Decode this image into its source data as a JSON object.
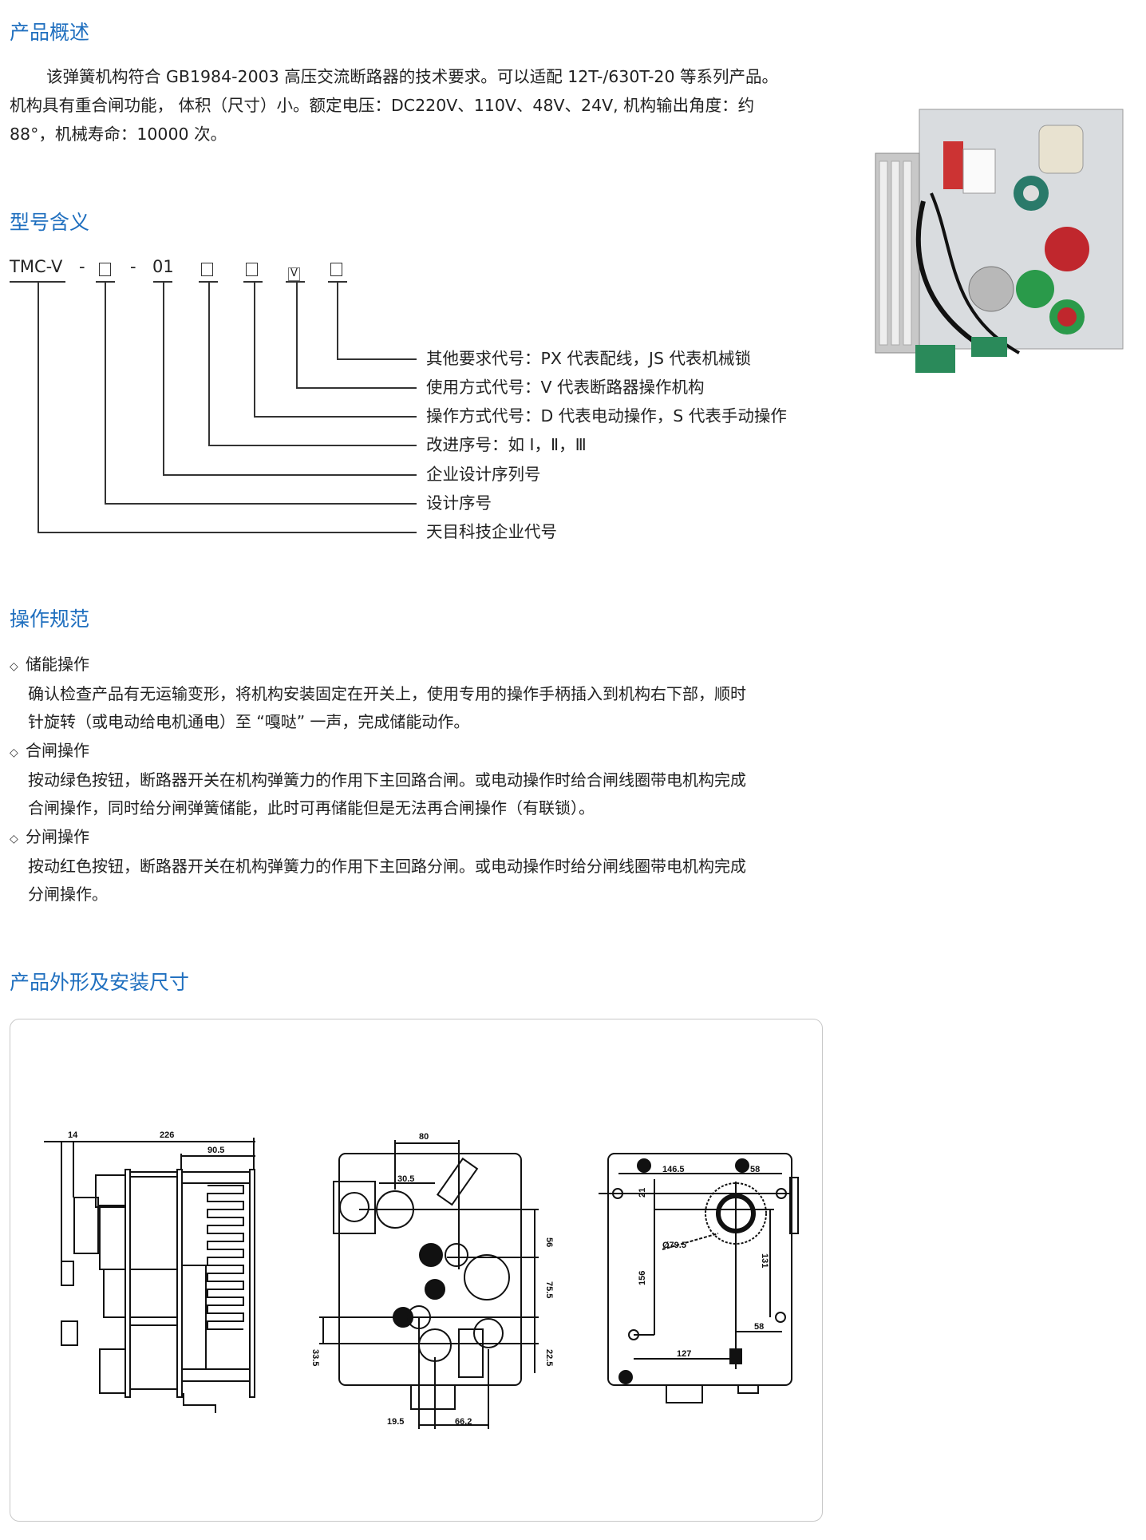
{
  "overview": {
    "title": "产品概述",
    "lines": [
      "该弹簧机构符合 GB1984-2003 高压交流断路器的技术要求。可以适配 12T-/630T-20 等系列产品。",
      "机构具有重合闸功能， 体积（尺寸）小。额定电压：DC220V、110V、48V、24V, 机构输出角度：约",
      "88°，机械寿命：10000 次。"
    ]
  },
  "model": {
    "title": "型号含义",
    "code": {
      "prefix": "TMC-V",
      "dash1": "-",
      "dash2": "-",
      "serial": "01",
      "box_v": "V"
    },
    "labels": [
      "其他要求代号：PX 代表配线，JS 代表机械锁",
      "使用方式代号：V 代表断路器操作机构",
      "操作方式代号：D 代表电动操作，S 代表手动操作",
      "改进序号：如 Ⅰ，Ⅱ，Ⅲ",
      "企业设计序列号",
      "设计序号",
      "天目科技企业代号"
    ]
  },
  "operation": {
    "title": "操作规范",
    "items": [
      {
        "title": "储能操作",
        "lines": [
          "确认检查产品有无运输变形，将机构安装固定在开关上，使用专用的操作手柄插入到机构右下部，顺时",
          "针旋转（或电动给电机通电）至 “嘎哒” 一声，完成储能动作。"
        ]
      },
      {
        "title": "合闸操作",
        "lines": [
          "按动绿色按钮，断路器开关在机构弹簧力的作用下主回路合闸。或电动操作时给合闸线圈带电机构完成",
          "合闸操作，同时给分闸弹簧储能，此时可再储能但是无法再合闸操作（有联锁）。"
        ]
      },
      {
        "title": "分闸操作",
        "lines": [
          "按动红色按钮，断路器开关在机构弹簧力的作用下主回路分闸。或电动操作时给分闸线圈带电机构完成",
          "分闸操作。"
        ]
      }
    ]
  },
  "dimensions": {
    "title": "产品外形及安装尺寸",
    "side": [
      "14",
      "226",
      "90.5"
    ],
    "front": [
      "80",
      "30.5",
      "56",
      "75.5",
      "22.5",
      "33.5",
      "19.5",
      "66.2"
    ],
    "back": [
      "146.5",
      "58",
      "21",
      "Ø79.5",
      "156",
      "131",
      "58",
      "127"
    ]
  }
}
